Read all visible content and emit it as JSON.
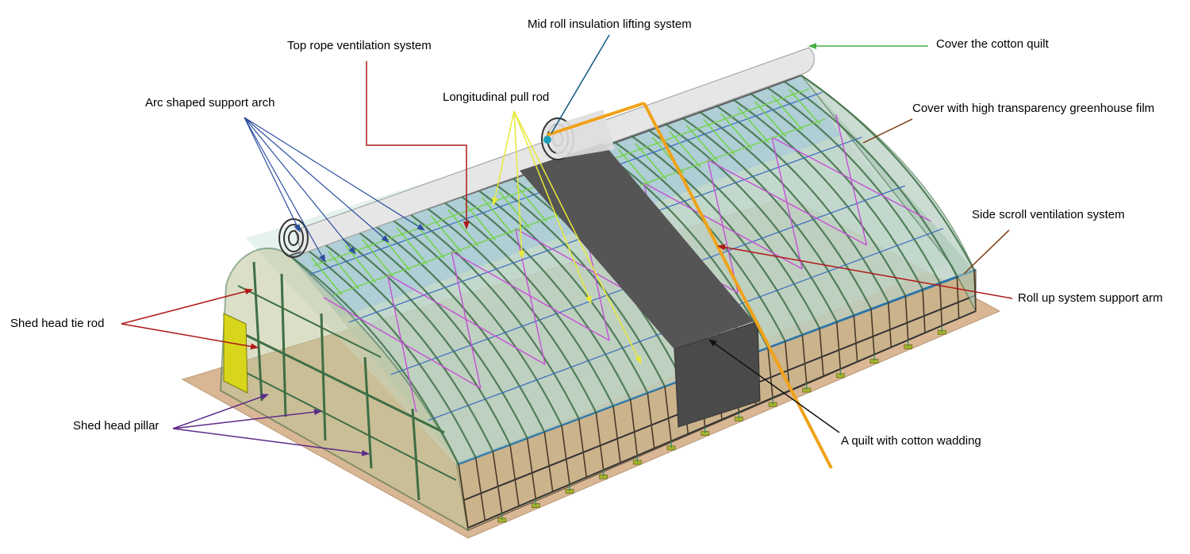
{
  "labels": {
    "mid_roll": "Mid roll insulation lifting system",
    "top_rope": "Top rope ventilation system",
    "cotton_quilt": "Cover the cotton quilt",
    "arc_arch": "Arc shaped support arch",
    "pull_rod": "Longitudinal pull rod",
    "film": "Cover with high transparency greenhouse film",
    "side_scroll": "Side scroll ventilation system",
    "support_arm": "Roll up system support arm",
    "tie_rod": "Shed head tie rod",
    "pillar": "Shed head pillar",
    "wadding": "A quilt with cotton wadding"
  },
  "colors": {
    "ground": "#d9b795",
    "film": "#c9e4e0",
    "roof_film": "#b7cfc0",
    "front_wall": "#cbb38c",
    "frame": "#3e6e45",
    "quilt": "#555555",
    "roll": "#e6e6e6",
    "truss": "#74d34a",
    "brace": "#c64fd6",
    "arm": "#f0a21a",
    "door": "#d8d61a",
    "arrow_red": "#b01818",
    "arrow_blue": "#2d4ea0",
    "arrow_yellow": "#e8e83a",
    "arrow_purple": "#5e2b88",
    "arrow_green": "#49b049",
    "arrow_brown": "#7a3a12",
    "arrow_black": "#111111",
    "arrow_teal": "#0e5a80"
  }
}
